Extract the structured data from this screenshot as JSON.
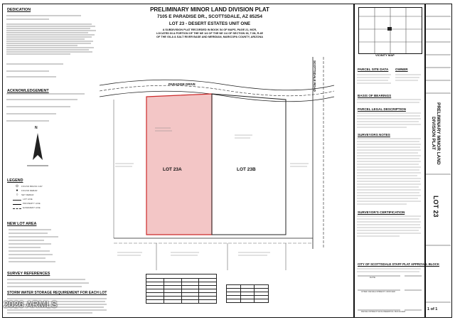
{
  "plat": {
    "title": "PRELIMINARY MINOR LAND DIVISION PLAT",
    "address": "7105 E PARADISE DR., SCOTTSDALE, AZ 85254",
    "subdivision": "LOT 23 - DESERT ESTATES UNIT ONE",
    "description_line1": "A SUBDIVISION PLAT RECORDED IN BOOK 54 OF MAPS, PAGE 21, MCR,",
    "description_line2": "LOCATED IN A PORTION OF THE NE 1/4 OF THE NE 1/4 OF SECTION 36, T.3N, R.4E",
    "description_line3": "OF THE GILA & SALT RIVER BASE AND MERIDIAN, MARICOPA COUNTY, ARIZONA"
  },
  "left_column": {
    "dedication_title": "DEDICATION",
    "acknowledgement_title": "ACKNOWLEDGEMENT",
    "legend_title": "LEGEND",
    "legend_items": [
      "FOUND BRASS CAP",
      "FOUND REBAR",
      "SET REBAR",
      "LOT LINE",
      "PROPERTY LINE",
      "EASEMENT LINE"
    ],
    "new_lot_area_title": "NEW LOT AREA",
    "survey_references_title": "SURVEY REFERENCES",
    "stormwater_title": "STORM WATER STORAGE REQUIREMENT FOR EACH LOT"
  },
  "drawing": {
    "street": "PARADISE DRIVE",
    "road": "SCOTTSDALE ROAD",
    "lot_a": "LOT 23A",
    "lot_b": "LOT 23B",
    "north_arrow": "N",
    "highlight_color": "#f3c6c6",
    "highlight_border": "#cc2a2a"
  },
  "right_column": {
    "vicinity_map_label": "VICINITY MAP",
    "site_data_title": "PARCEL SITE DATA",
    "owner_title": "OWNER",
    "basis_title": "BASIS OF BEARINGS",
    "legal_title": "PARCEL LEGAL DESCRIPTION",
    "surveyors_notes_title": "SURVEYORS NOTES",
    "certification_title": "SURVEYOR'S CERTIFICATION",
    "approval_title": "CITY OF SCOTTSDALE STAFF PLAT APPROVAL BLOCK",
    "approval_fields": [
      "DATE",
      "CHIEF DEVELOPMENT OFFICER",
      "DEVELOPMENT ENGINEERING MANAGER"
    ]
  },
  "title_block": {
    "project": "PRELIMINARY MINOR LAND DIVISION PLAT",
    "lot": "LOT 23",
    "sheet": "1 of 1"
  },
  "watermark": "2026 ARMLS"
}
